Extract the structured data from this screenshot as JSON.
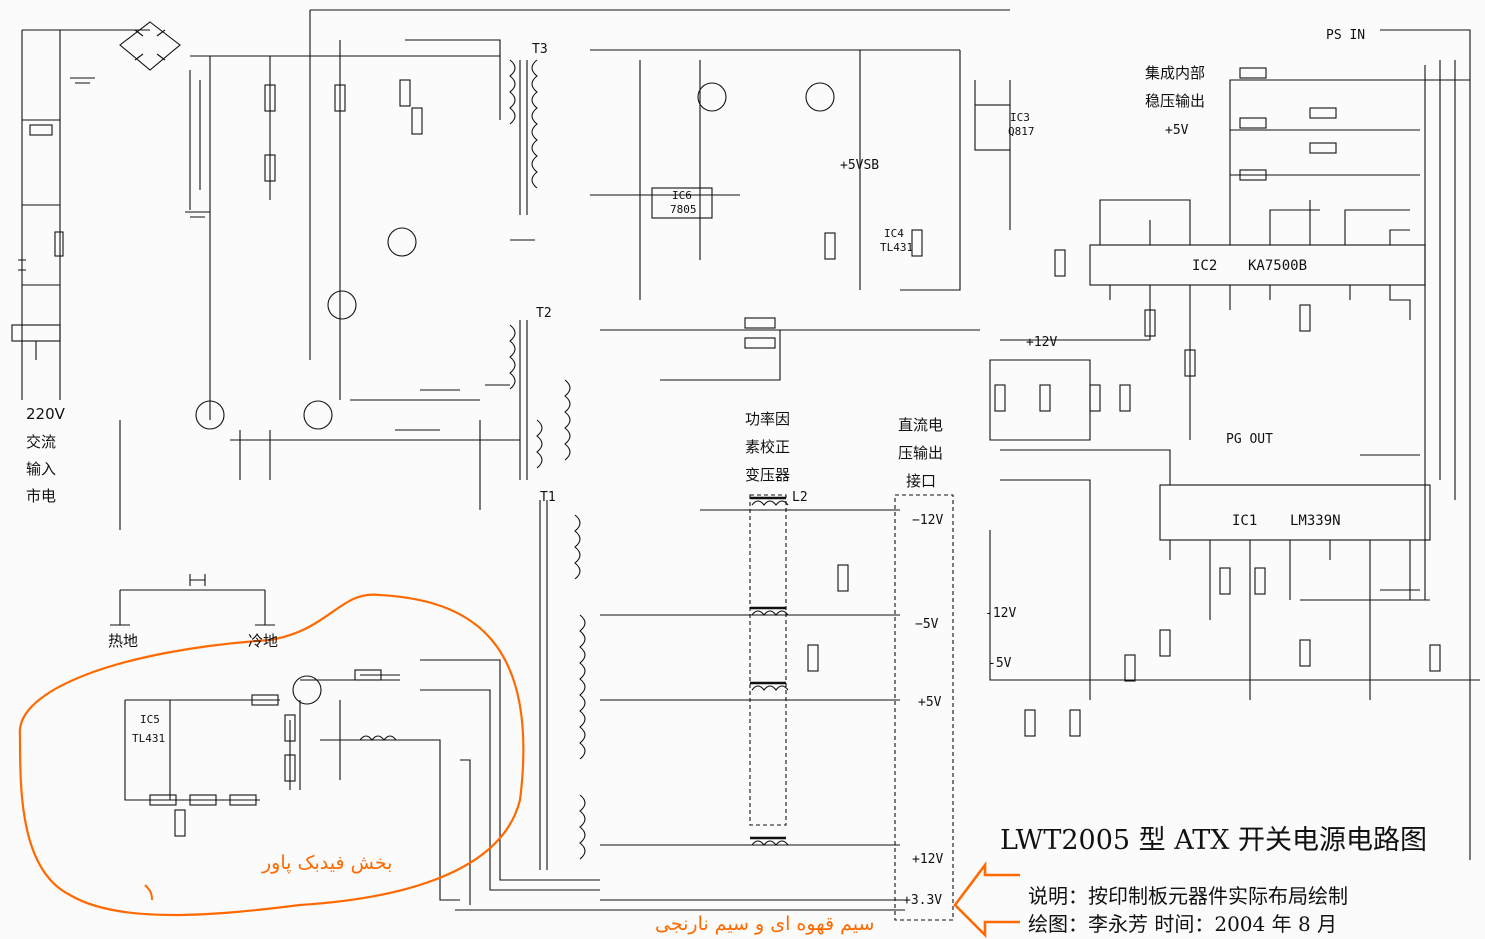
{
  "title": "LWT2005 型 ATX 开关电源电路图",
  "note_line1": "说明：按印制板元器件实际布局绘制",
  "note_line2": "绘图：李永芳        时间：2004 年 8 月",
  "left_caption": [
    "220V",
    "交流",
    "输入",
    "市电"
  ],
  "ground_hot": "热地",
  "ground_cold": "冷地",
  "pfc_caption": [
    "功率因",
    "素校正",
    "变压器"
  ],
  "dc_caption": [
    "直流电",
    "压输出",
    "接口"
  ],
  "reg_caption": [
    "集成内部",
    "稳压输出"
  ],
  "ps_on": "PS  IN",
  "pg_out": "PG OUT",
  "plus5v_label": "+5V",
  "plus12v_label": "+12V",
  "minus12v_label": "-12V",
  "minus5v_label": "-5V",
  "fivevsb": "+5VSB",
  "outputs": {
    "m12": "−12V",
    "m5": "−5V",
    "p5": "+5V",
    "p12": "+12V",
    "p33": "+3.3V"
  },
  "ics": {
    "ic2": "IC2",
    "ic2_part": "KA7500B",
    "ic1": "IC1",
    "ic1_part": "LM339N",
    "ic6": "IC6",
    "ic6_part": "7805",
    "ic3": "IC3",
    "ic3_part": "Q817",
    "ic4": "IC4",
    "ic4_part": "TL431",
    "ic5": "IC5",
    "ic5_part": "TL431"
  },
  "transformers": {
    "t1": "T1",
    "t2": "T2",
    "t3": "T3",
    "l2": "L2"
  },
  "annotation_feedback": "بخش فیدبک پاور",
  "annotation_wires": "سیم قهوه ای و سیم نارنجی",
  "colors": {
    "ink": "#111111",
    "annot": "#ff6a00",
    "paper": "#fbfbfb"
  }
}
